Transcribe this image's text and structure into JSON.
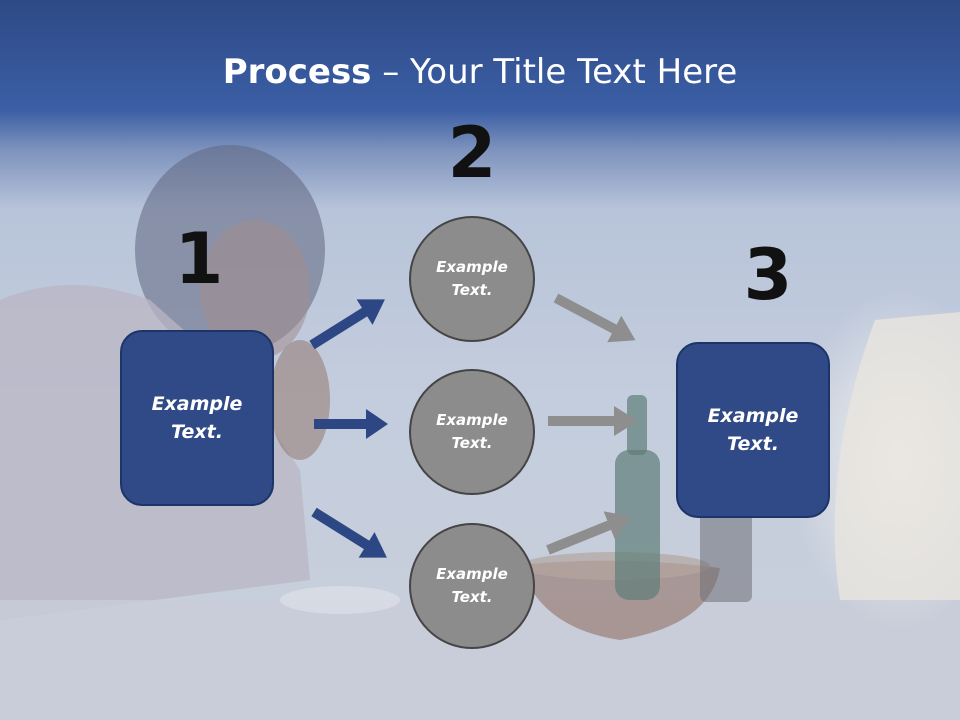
{
  "title": {
    "bold": "Process",
    "rest": " – Your Title Text Here"
  },
  "steps": [
    {
      "number": "1",
      "label": "Example Text."
    },
    {
      "number": "2"
    },
    {
      "number": "3",
      "label": "Example Text."
    }
  ],
  "circles": [
    {
      "label": "Example Text."
    },
    {
      "label": "Example Text."
    },
    {
      "label": "Example Text."
    }
  ],
  "colors": {
    "title_band": "#3b5ea5",
    "box_fill": "#2f4a86",
    "circle_fill": "#8c8c8c",
    "arrow_blue": "#2c4783",
    "arrow_gray": "#8e8e8e"
  }
}
